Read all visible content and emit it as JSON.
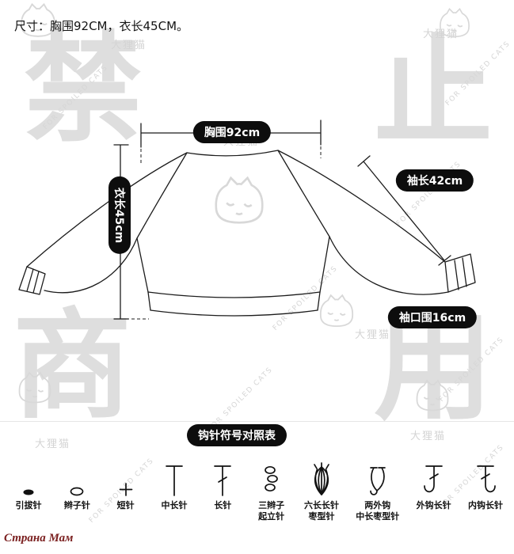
{
  "header": {
    "size_note": "尺寸：胸围92CM，衣长45CM。"
  },
  "schematic": {
    "bust_label": "胸围92cm",
    "length_label": "衣长45cm",
    "sleeve_label": "袖长42cm",
    "cuff_label": "袖口围16cm"
  },
  "legend": {
    "title": "钩针符号对照表",
    "items": [
      {
        "symbol": "slip-stitch",
        "label": "引拔针"
      },
      {
        "symbol": "chain-stitch",
        "label": "辫子针"
      },
      {
        "symbol": "single-crochet",
        "label": "短针"
      },
      {
        "symbol": "half-double-crochet",
        "label": "中长针"
      },
      {
        "symbol": "double-crochet",
        "label": "长针"
      },
      {
        "symbol": "turning-chain-3",
        "label": "三辫子\n起立针"
      },
      {
        "symbol": "bobble-6dtr",
        "label": "六长长针\n枣型针"
      },
      {
        "symbol": "front-post-hdc-bobble",
        "label": "两外钩\n中长枣型针"
      },
      {
        "symbol": "front-post-dc",
        "label": "外钩长针"
      },
      {
        "symbol": "back-post-dc",
        "label": "内钩长针"
      }
    ]
  },
  "watermarks": {
    "chars": [
      "禁",
      "止",
      "商",
      "用"
    ],
    "brand": "大狸猫",
    "slogan": "FOR SPOILED CATS",
    "footer_site": "Страна Мам"
  }
}
